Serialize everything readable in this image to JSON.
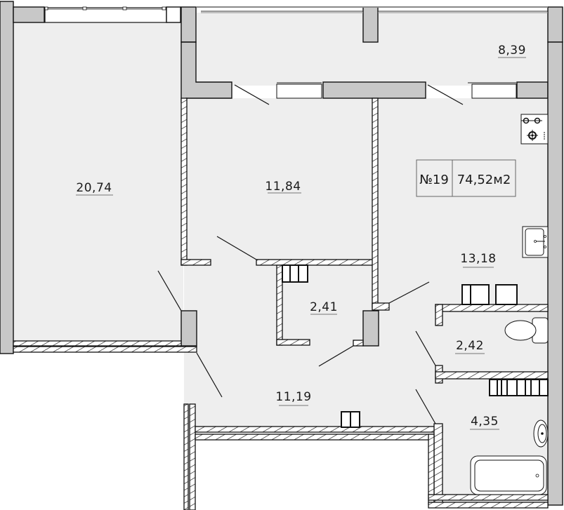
{
  "apartment": {
    "number_label": "№19",
    "total_area_label": "74,52м2"
  },
  "rooms": [
    {
      "id": "living-room",
      "area": "20,74"
    },
    {
      "id": "bedroom",
      "area": "11,84"
    },
    {
      "id": "loggia",
      "area": "8,39"
    },
    {
      "id": "kitchen",
      "area": "13,18"
    },
    {
      "id": "closet",
      "area": "2,41"
    },
    {
      "id": "toilet",
      "area": "2,42"
    },
    {
      "id": "hallway",
      "area": "11,19"
    },
    {
      "id": "bathroom",
      "area": "4,35"
    }
  ],
  "colors": {
    "floor": "#eeeeee",
    "bearing_wall": "#c8c8c8",
    "outline": "#111111",
    "background": "#ffffff"
  }
}
